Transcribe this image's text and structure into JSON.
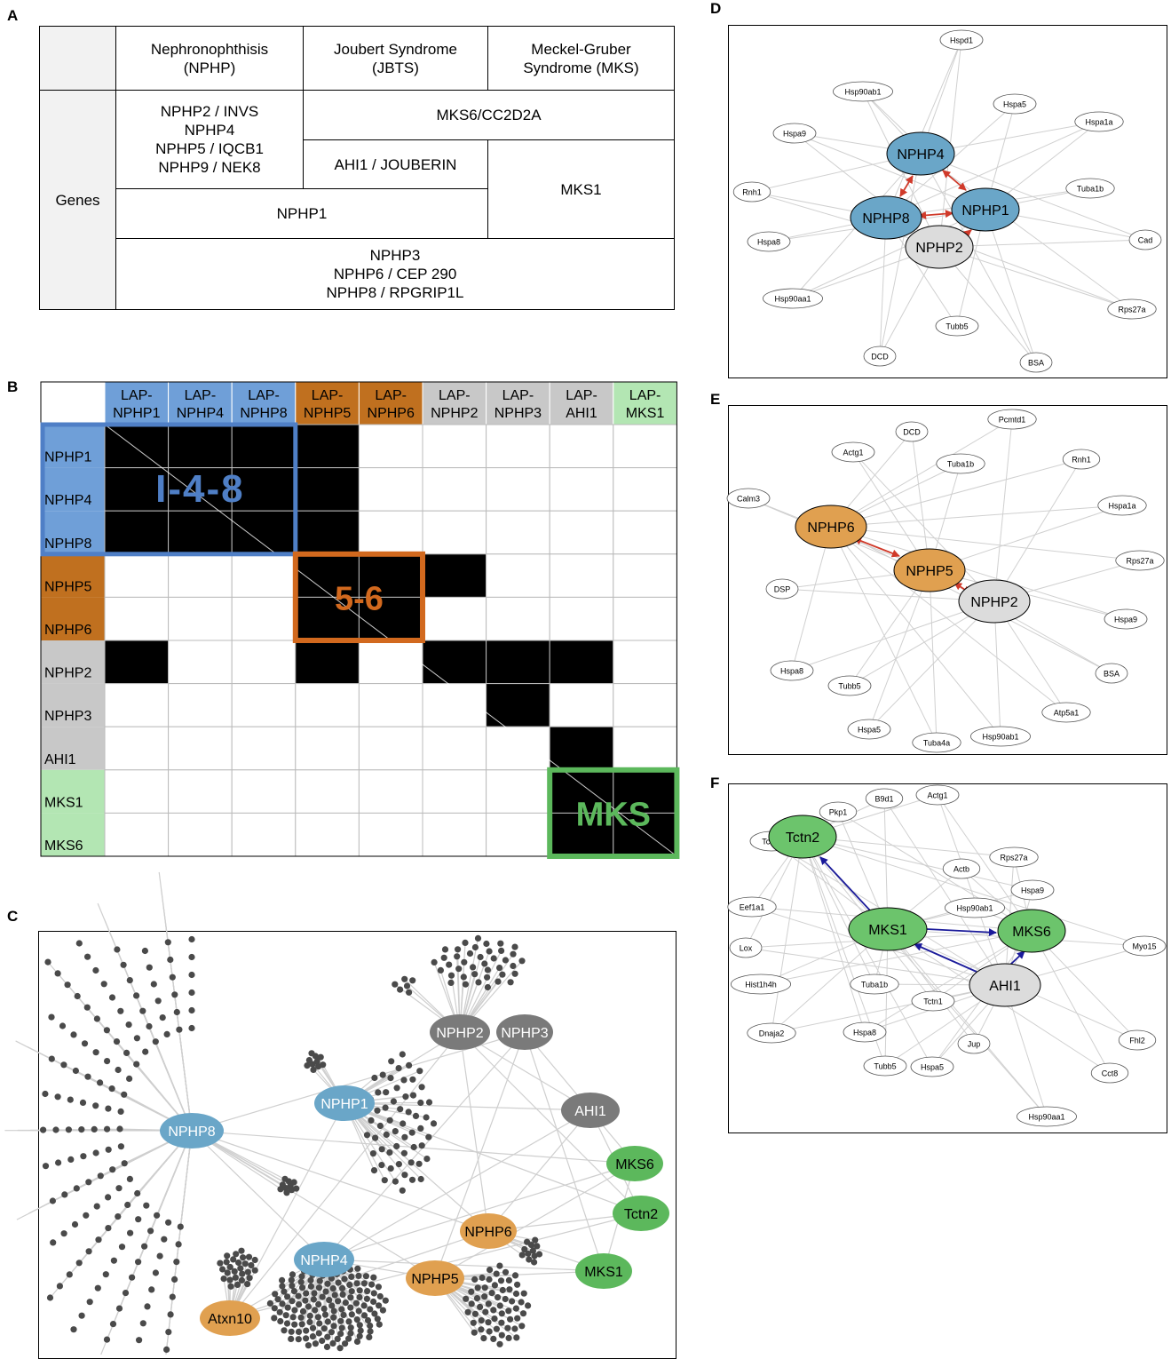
{
  "panel_labels": {
    "a": "A",
    "b": "B",
    "c": "C",
    "d": "D",
    "e": "E",
    "f": "F"
  },
  "table_a": {
    "col_nphp": "Nephronophthisis\n(NPHP)",
    "col_jbts": "Joubert Syndrome\n(JBTS)",
    "col_mks": "Meckel-Gruber\nSyndrome (MKS)",
    "row_label": "Genes",
    "nphp_genes": "NPHP2 / INVS\nNPHP4\nNPHP5 / IQCB1\nNPHP9 / NEK8",
    "mks6": "MKS6/CC2D2A",
    "ahi1": "AHI1 / JOUBERIN",
    "mks1": "MKS1",
    "nphp1": "NPHP1",
    "shared": "NPHP3\nNPHP6 / CEP 290\nNPHP8 / RPGRIP1L"
  },
  "matrix_b": {
    "columns": [
      {
        "line1": "LAP-",
        "line2": "NPHP1",
        "color": "#6f9fd8"
      },
      {
        "line1": "LAP-",
        "line2": "NPHP4",
        "color": "#6f9fd8"
      },
      {
        "line1": "LAP-",
        "line2": "NPHP8",
        "color": "#6f9fd8"
      },
      {
        "line1": "LAP-",
        "line2": "NPHP5",
        "color": "#c0701f"
      },
      {
        "line1": "LAP-",
        "line2": "NPHP6",
        "color": "#c0701f"
      },
      {
        "line1": "LAP-",
        "line2": "NPHP2",
        "color": "#c8c8c8"
      },
      {
        "line1": "LAP-",
        "line2": "NPHP3",
        "color": "#c8c8c8"
      },
      {
        "line1": "LAP-",
        "line2": "AHI1",
        "color": "#c8c8c8"
      },
      {
        "line1": "LAP-",
        "line2": "MKS1",
        "color": "#b3e6b3"
      }
    ],
    "rows": [
      {
        "label": "NPHP1",
        "color": "#6f9fd8",
        "cells": [
          1,
          1,
          1,
          1,
          0,
          0,
          0,
          0,
          0
        ]
      },
      {
        "label": "NPHP4",
        "color": "#6f9fd8",
        "cells": [
          1,
          1,
          1,
          1,
          0,
          0,
          0,
          0,
          0
        ]
      },
      {
        "label": "NPHP8",
        "color": "#6f9fd8",
        "cells": [
          1,
          1,
          1,
          1,
          0,
          0,
          0,
          0,
          0
        ]
      },
      {
        "label": "NPHP5",
        "color": "#c0701f",
        "cells": [
          0,
          0,
          0,
          1,
          1,
          1,
          0,
          0,
          0
        ]
      },
      {
        "label": "NPHP6",
        "color": "#c0701f",
        "cells": [
          0,
          0,
          0,
          1,
          1,
          0,
          0,
          0,
          0
        ]
      },
      {
        "label": "NPHP2",
        "color": "#c8c8c8",
        "cells": [
          1,
          0,
          0,
          1,
          0,
          1,
          1,
          1,
          0
        ]
      },
      {
        "label": "NPHP3",
        "color": "#c8c8c8",
        "cells": [
          0,
          0,
          0,
          0,
          0,
          0,
          1,
          0,
          0
        ]
      },
      {
        "label": "AHI1",
        "color": "#c8c8c8",
        "cells": [
          0,
          0,
          0,
          0,
          0,
          0,
          0,
          1,
          0
        ]
      },
      {
        "label": "MKS1",
        "color": "#b3e6b3",
        "cells": [
          0,
          0,
          0,
          0,
          0,
          0,
          0,
          1,
          1
        ]
      },
      {
        "label": "MKS6",
        "color": "#b3e6b3",
        "cells": [
          0,
          0,
          0,
          0,
          0,
          0,
          0,
          1,
          1
        ]
      }
    ],
    "module_148": "I-4-8",
    "module_56": "5-6",
    "module_mks": "MKS",
    "colors": {
      "blue": "#4f7fc6",
      "orange": "#d2691e",
      "green": "#5cb85c"
    }
  },
  "network_c": {
    "nodes": {
      "nphp8": "NPHP8",
      "nphp1": "NPHP1",
      "nphp4": "NPHP4",
      "nphp2": "NPHP2",
      "nphp3": "NPHP3",
      "ahi1": "AHI1",
      "mks6": "MKS6",
      "tctn2": "Tctn2",
      "mks1": "MKS1",
      "nphp6": "NPHP6",
      "nphp5": "NPHP5",
      "atxn10": "Atxn10"
    },
    "colors": {
      "blue": "#6aa6c8",
      "gray": "#7a7a7a",
      "green": "#5cb85c",
      "orange": "#e0a050",
      "dot": "#4a4a4a",
      "edge": "#cfcfcf"
    }
  },
  "network_d": {
    "bait_nphp4": "NPHP4",
    "bait_nphp8": "NPHP8",
    "bait_nphp1": "NPHP1",
    "bait_nphp2": "NPHP2",
    "preys": [
      "Hspd1",
      "Hsp90ab1",
      "Hspa5",
      "Hspa1a",
      "Hspa9",
      "Tuba1b",
      "Rnh1",
      "Cad",
      "Hspa8",
      "Rps27a",
      "Hsp90aa1",
      "Tubb5",
      "DCD",
      "BSA"
    ]
  },
  "network_e": {
    "bait_nphp6": "NPHP6",
    "bait_nphp5": "NPHP5",
    "bait_nphp2": "NPHP2",
    "preys": [
      "DCD",
      "Pcmtd1",
      "Actg1",
      "Tuba1b",
      "Rnh1",
      "Calm3",
      "Hspa1a",
      "Rps27a",
      "DSP",
      "Hspa9",
      "Hspa8",
      "Tubb5",
      "BSA",
      "Atp5a1",
      "Hspa5",
      "Tuba4a",
      "Hsp90ab1"
    ]
  },
  "network_f": {
    "bait_tctn2": "Tctn2",
    "bait_mks1": "MKS1",
    "bait_mks6": "MKS6",
    "bait_ahi1": "AHI1",
    "preys": [
      "B9d1",
      "Actg1",
      "Pkp1",
      "Tctn3",
      "Rps27a",
      "Actb",
      "Hspa9",
      "Eef1a1",
      "Hsp90ab1",
      "Myo15",
      "Lox",
      "Hist1h4h",
      "Tuba1b",
      "Tctn1",
      "Fhl2",
      "Dnaja2",
      "Hspa8",
      "Jup",
      "Tubb5",
      "Hspa5",
      "Cct8",
      "Hsp90aa1"
    ]
  }
}
